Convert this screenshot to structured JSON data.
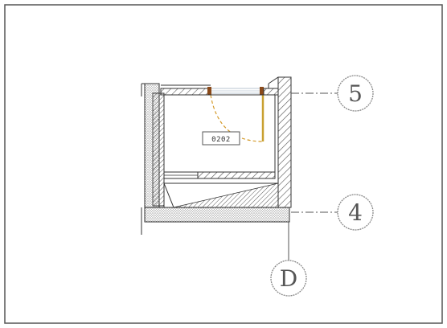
{
  "drawing": {
    "room_tag": "0202",
    "grid_lines": [
      {
        "id": "5",
        "label": "5"
      },
      {
        "id": "4",
        "label": "4"
      },
      {
        "id": "D",
        "label": "D"
      }
    ]
  },
  "colors": {
    "frame": "#555555",
    "wall_line": "#333333",
    "hatch": "#555555",
    "door_leaf": "#c8a030",
    "door_swing": "#d49a2a",
    "door_jamb": "#8a4a1a",
    "glazing": "#b8c4d0"
  }
}
